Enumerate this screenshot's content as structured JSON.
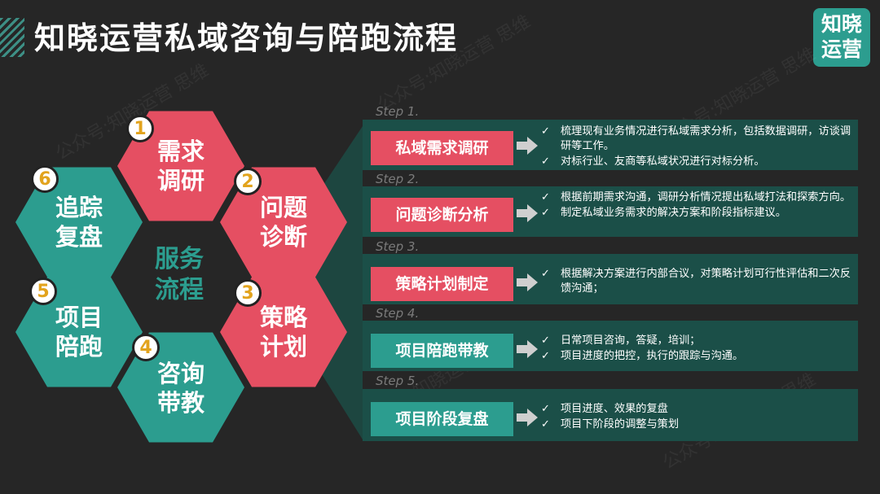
{
  "title": "知晓运营私域咨询与陪跑流程",
  "logo": {
    "line1": "知晓",
    "line2": "运营"
  },
  "watermark": "公众号:知晓运营 思维",
  "colors": {
    "teal": "#2c9d8f",
    "red": "#e54f62",
    "dark_teal": "#1b4f48",
    "number": "#e2a31d",
    "background": "#262626"
  },
  "center": {
    "line1": "服务",
    "line2": "流程"
  },
  "hexagons": [
    {
      "num": "1",
      "line1": "需求",
      "line2": "调研",
      "color": "red"
    },
    {
      "num": "2",
      "line1": "问题",
      "line2": "诊断",
      "color": "red"
    },
    {
      "num": "3",
      "line1": "策略",
      "line2": "计划",
      "color": "red"
    },
    {
      "num": "4",
      "line1": "咨询",
      "line2": "带教",
      "color": "teal"
    },
    {
      "num": "5",
      "line1": "项目",
      "line2": "陪跑",
      "color": "teal"
    },
    {
      "num": "6",
      "line1": "追踪",
      "line2": "复盘",
      "color": "teal"
    }
  ],
  "steps": [
    {
      "tag": "Step 1.",
      "label": "私域需求调研",
      "color": "red",
      "bullets": [
        "梳理现有业务情况进行私域需求分析，包括数据调研，访谈调研等工作。",
        "对标行业、友商等私域状况进行对标分析。"
      ]
    },
    {
      "tag": "Step 2.",
      "label": "问题诊断分析",
      "color": "red",
      "bullets": [
        "根据前期需求沟通，调研分析情况提出私域打法和探索方向。",
        "制定私域业务需求的解决方案和阶段指标建议。"
      ]
    },
    {
      "tag": "Step 3.",
      "label": "策略计划制定",
      "color": "red",
      "bullets": [
        "根据解决方案进行内部合议，对策略计划可行性评估和二次反馈沟通；"
      ]
    },
    {
      "tag": "Step 4.",
      "label": "项目陪跑带教",
      "color": "teal",
      "bullets": [
        "日常项目咨询，答疑，培训；",
        "项目进度的把控，执行的跟踪与沟通。"
      ]
    },
    {
      "tag": "Step 5.",
      "label": "项目阶段复盘",
      "color": "teal",
      "bullets": [
        "项目进度、效果的复盘",
        "项目下阶段的调整与策划"
      ]
    }
  ]
}
